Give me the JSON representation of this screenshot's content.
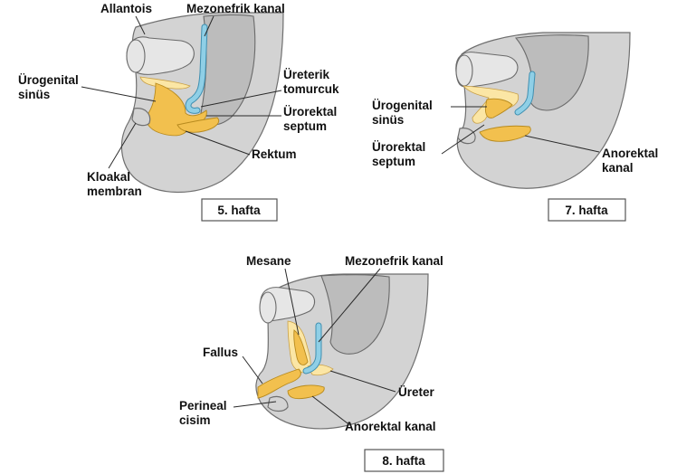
{
  "panels": [
    {
      "stage_label": "5. hafta",
      "labels": {
        "allantois": "Allantois",
        "mesonephric_duct": "Mezonefrik kanal",
        "urogenital_sinus_line1": "Ürogenital",
        "urogenital_sinus_line2": "sinüs",
        "ureteric_bud_line1": "Üreterik",
        "ureteric_bud_line2": "tomurcuk",
        "urorectal_septum_line1": "Ürorektal",
        "urorectal_septum_line2": "septum",
        "rectum": "Rektum",
        "cloacal_membrane_line1": "Kloakal",
        "cloacal_membrane_line2": "membran"
      }
    },
    {
      "stage_label": "7. hafta",
      "labels": {
        "urogenital_sinus_line1": "Ürogenital",
        "urogenital_sinus_line2": "sinüs",
        "urorectal_septum_line1": "Ürorektal",
        "urorectal_septum_line2": "septum",
        "anorectal_canal_line1": "Anorektal",
        "anorectal_canal_line2": "kanal"
      }
    },
    {
      "stage_label": "8. hafta",
      "labels": {
        "bladder": "Mesane",
        "mesonephric_duct": "Mezonefrik kanal",
        "phallus": "Fallus",
        "ureter": "Üreter",
        "perineal_body_line1": "Perineal",
        "perineal_body_line2": "cisim",
        "anorectal_canal": "Anorektal kanal"
      }
    }
  ],
  "colors": {
    "endoderm": "#f2c04e",
    "mesonephric_duct": "#8fcfe6",
    "embryo_tissue": "#d3d3d3"
  }
}
